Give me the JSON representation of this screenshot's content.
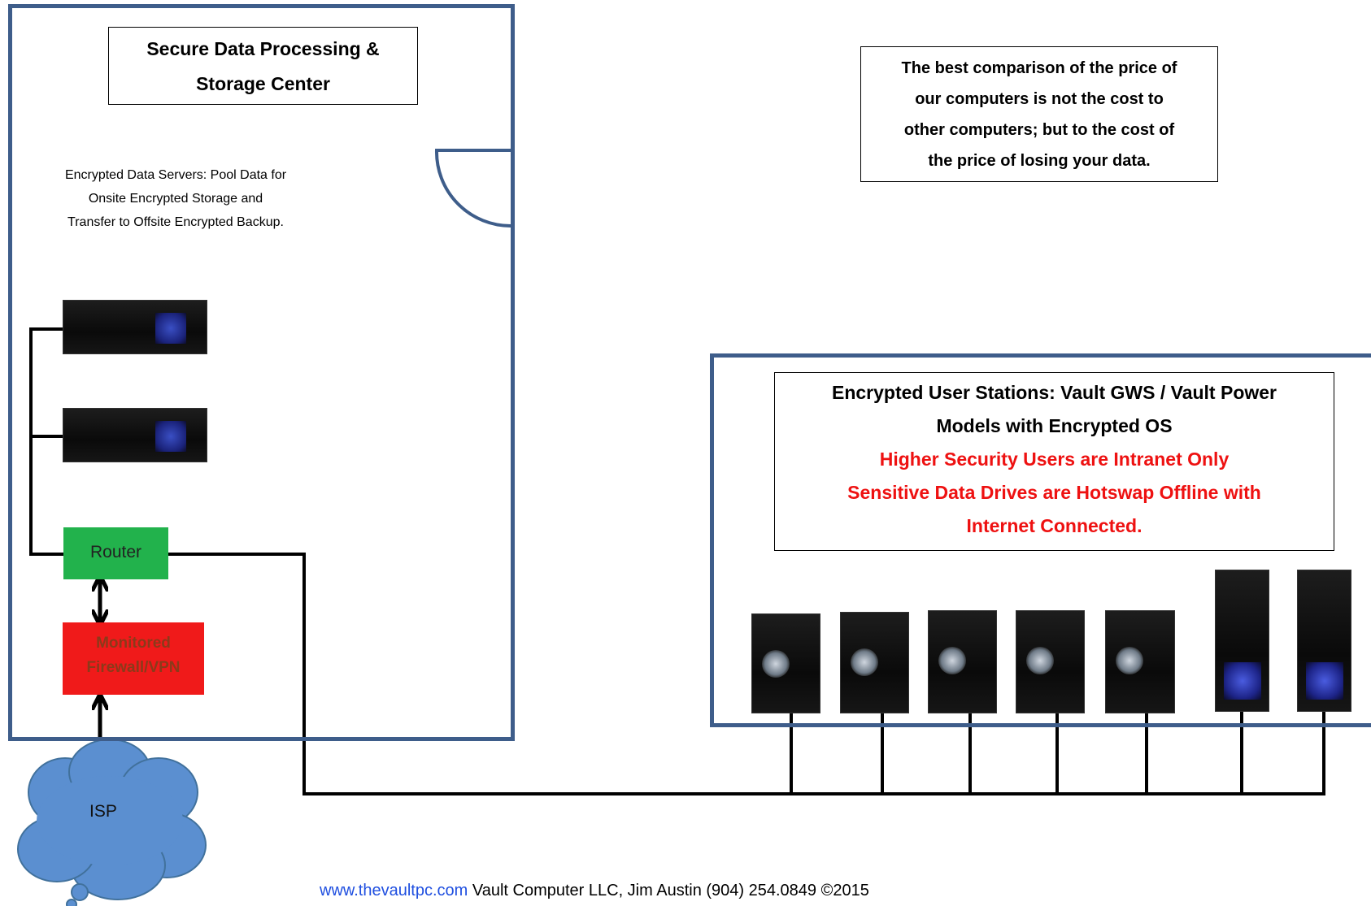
{
  "data_center": {
    "title_line1": "Secure Data Processing &",
    "title_line2": "Storage Center",
    "servers_desc_line1": "Encrypted Data Servers: Pool Data for",
    "servers_desc_line2": "Onsite Encrypted Storage and",
    "servers_desc_line3": "Transfer to Offsite Encrypted Backup."
  },
  "price_note": {
    "line1": "The best comparison of the price of",
    "line2": "our computers is not the cost to",
    "line3": "other computers; but to the cost of",
    "line4": "the price of losing your data."
  },
  "user_stations": {
    "title_line1": "Encrypted User Stations: Vault GWS / Vault Power",
    "title_line2": "Models with Encrypted OS",
    "red_line1": "Higher Security Users are Intranet Only",
    "red_line2": "Sensitive Data Drives are Hotswap Offline with",
    "red_line3": "Internet Connected."
  },
  "network": {
    "router_label": "Router",
    "firewall_line1": "Monitored",
    "firewall_line2": "Firewall/VPN",
    "isp_label": "ISP"
  },
  "footer": {
    "link": "www.thevaultpc.com",
    "text": " Vault Computer LLC, Jim Austin (904) 254.0849 ©2015"
  },
  "colors": {
    "room_border": "#3e5d8a",
    "router": "#22b24c",
    "firewall": "#f01a1a",
    "cloud": "#5b8fd0",
    "alert_text": "#ee1111",
    "link": "#1f4fe0"
  }
}
